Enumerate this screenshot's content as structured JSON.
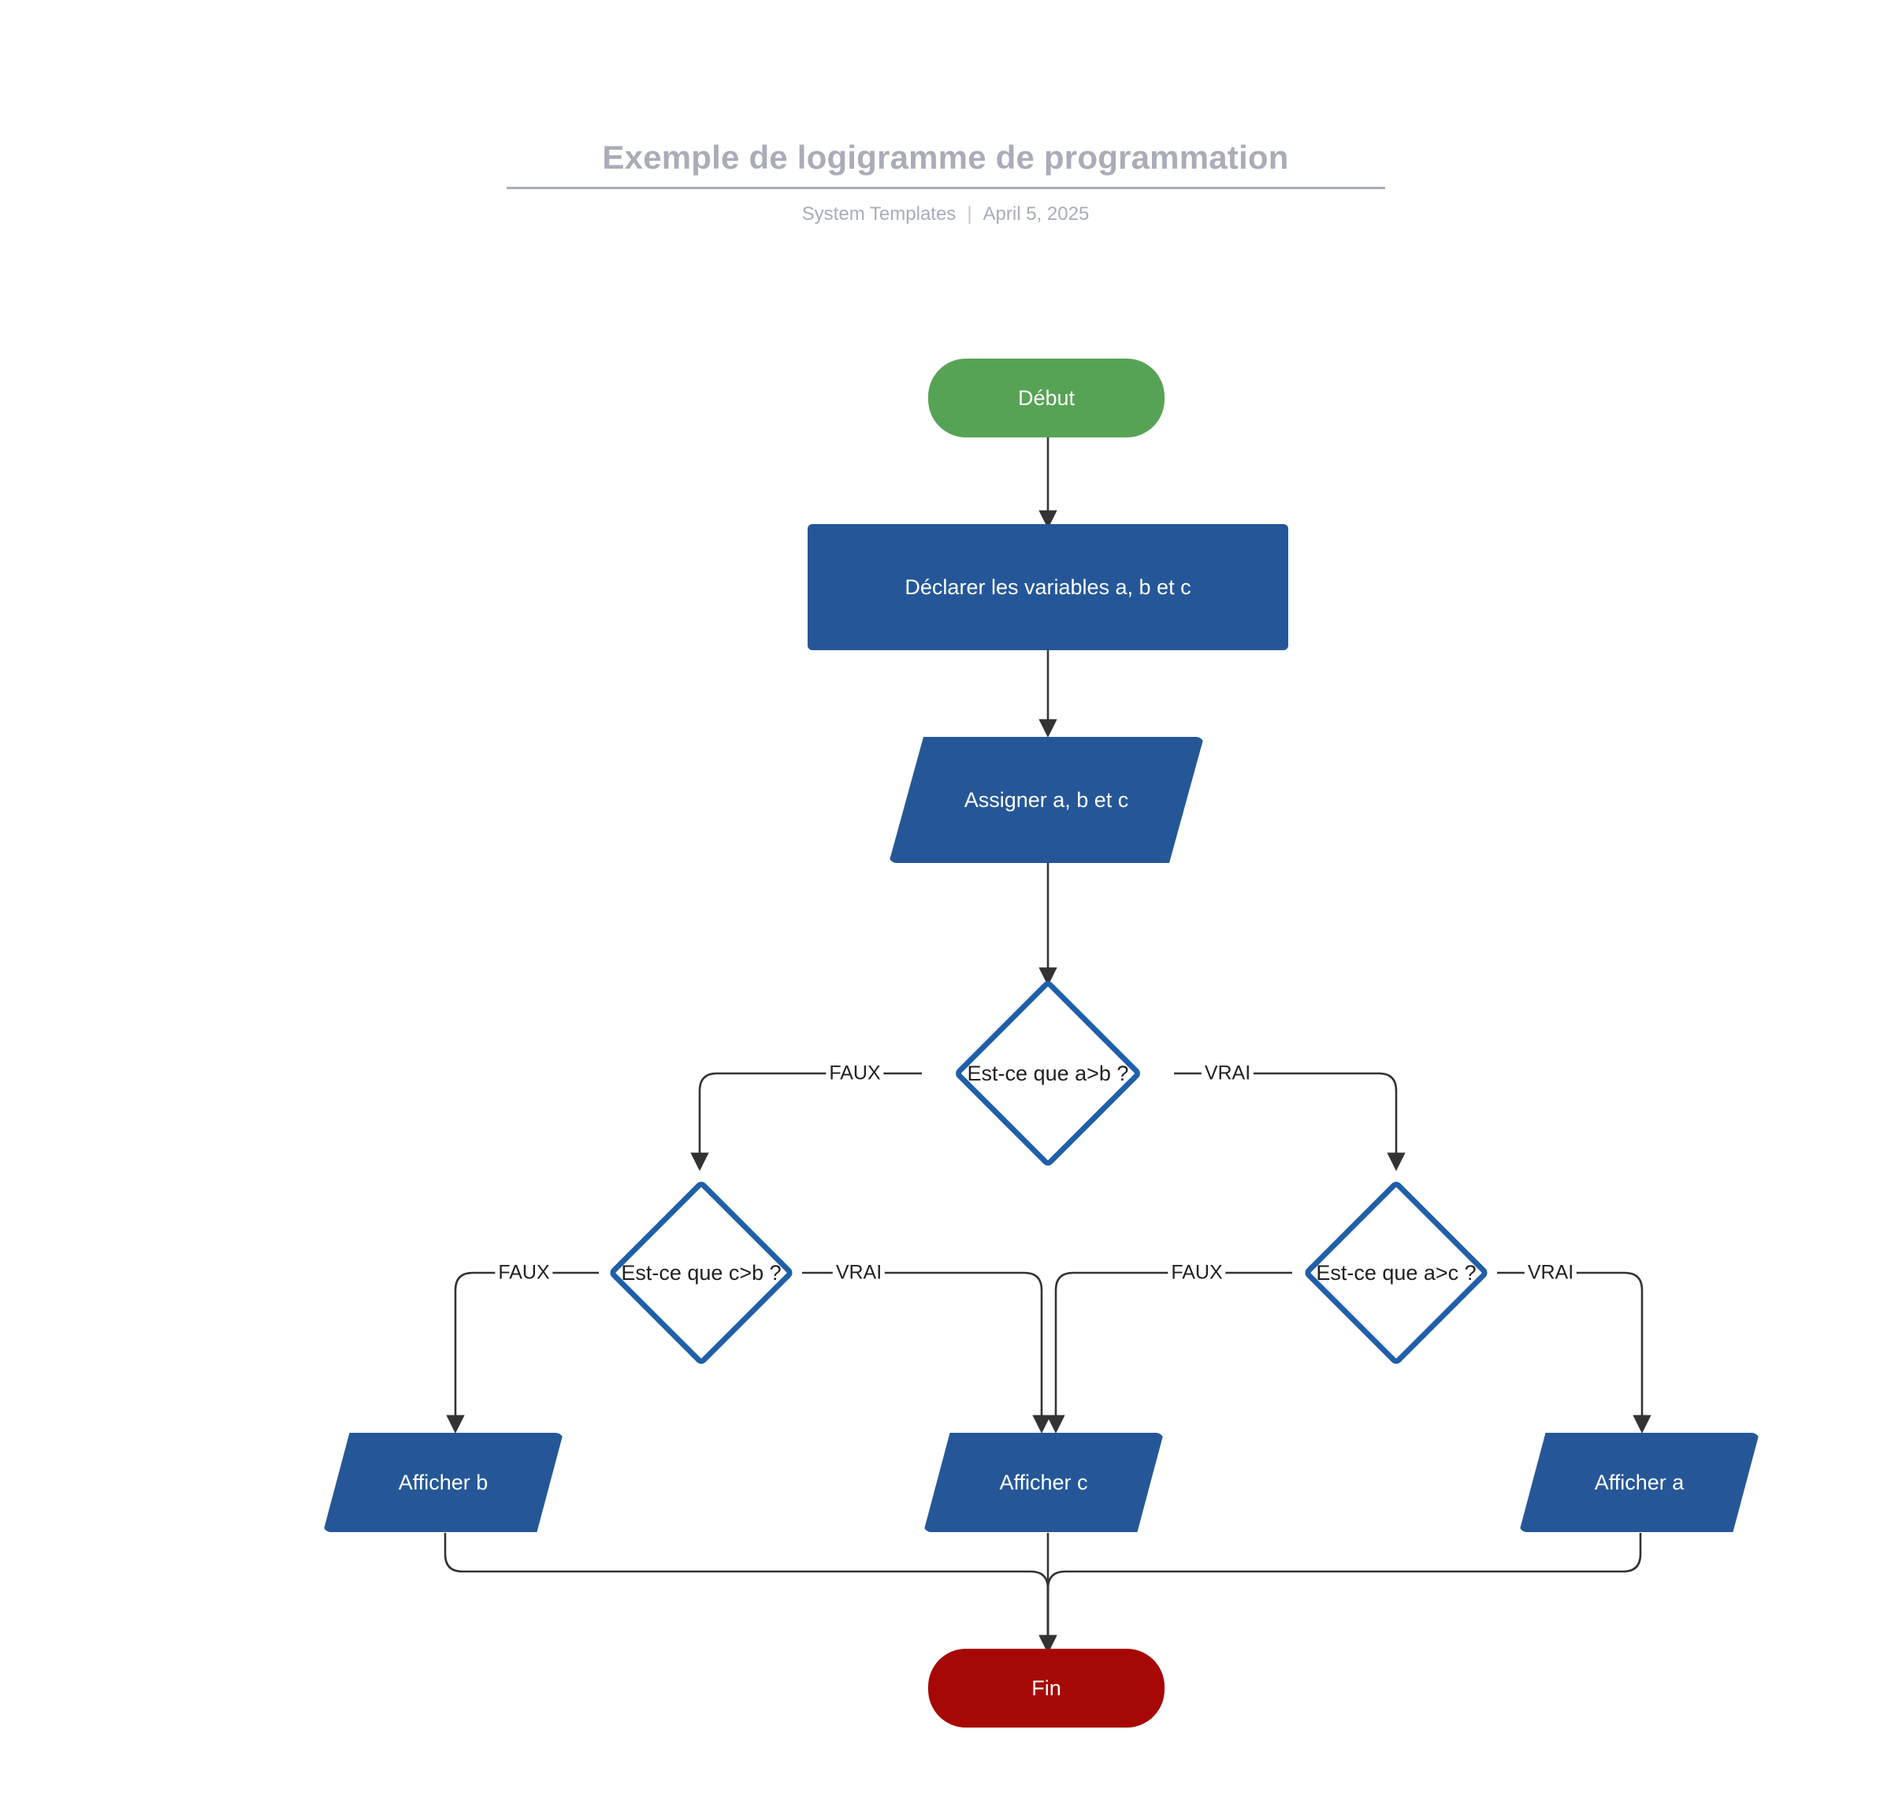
{
  "header": {
    "title": "Exemple de logigramme de programmation",
    "author": "System Templates",
    "separator": "|",
    "date": "April 5, 2025"
  },
  "colors": {
    "start": "#57a355",
    "end": "#a60806",
    "process": "#255798",
    "io": "#255798",
    "decision_stroke": "#1f5fa9",
    "decision_fill": "#ffffff",
    "edge": "#231f20",
    "header_text": "#a8adb8"
  },
  "flowchart": {
    "type": "flowchart",
    "nodes": [
      {
        "id": "start",
        "shape": "terminal",
        "label": "Début"
      },
      {
        "id": "declare",
        "shape": "process",
        "label": "Déclarer les variables a, b et c"
      },
      {
        "id": "assign",
        "shape": "parallelogram",
        "label": "Assigner a, b et c"
      },
      {
        "id": "d1",
        "shape": "diamond",
        "label": "Est-ce que a>b ?"
      },
      {
        "id": "d2",
        "shape": "diamond",
        "label": "Est-ce que c>b ?"
      },
      {
        "id": "d3",
        "shape": "diamond",
        "label": "Est-ce que a>c ?"
      },
      {
        "id": "print_b",
        "shape": "parallelogram",
        "label": "Afficher b"
      },
      {
        "id": "print_c",
        "shape": "parallelogram",
        "label": "Afficher c"
      },
      {
        "id": "print_a",
        "shape": "parallelogram",
        "label": "Afficher a"
      },
      {
        "id": "end",
        "shape": "terminal",
        "label": "Fin"
      }
    ],
    "edges": [
      {
        "from": "start",
        "to": "declare",
        "label": ""
      },
      {
        "from": "declare",
        "to": "assign",
        "label": ""
      },
      {
        "from": "assign",
        "to": "d1",
        "label": ""
      },
      {
        "from": "d1",
        "to": "d2",
        "label": "FAUX"
      },
      {
        "from": "d1",
        "to": "d3",
        "label": "VRAI"
      },
      {
        "from": "d2",
        "to": "print_b",
        "label": "FAUX"
      },
      {
        "from": "d2",
        "to": "print_c",
        "label": "VRAI"
      },
      {
        "from": "d3",
        "to": "print_c",
        "label": "FAUX"
      },
      {
        "from": "d3",
        "to": "print_a",
        "label": "VRAI"
      },
      {
        "from": "print_b",
        "to": "end",
        "label": ""
      },
      {
        "from": "print_c",
        "to": "end",
        "label": ""
      },
      {
        "from": "print_a",
        "to": "end",
        "label": ""
      }
    ],
    "edge_labels": {
      "d1_false": "FAUX",
      "d1_true": "VRAI",
      "d2_false": "FAUX",
      "d2_true": "VRAI",
      "d3_false": "FAUX",
      "d3_true": "VRAI"
    }
  }
}
